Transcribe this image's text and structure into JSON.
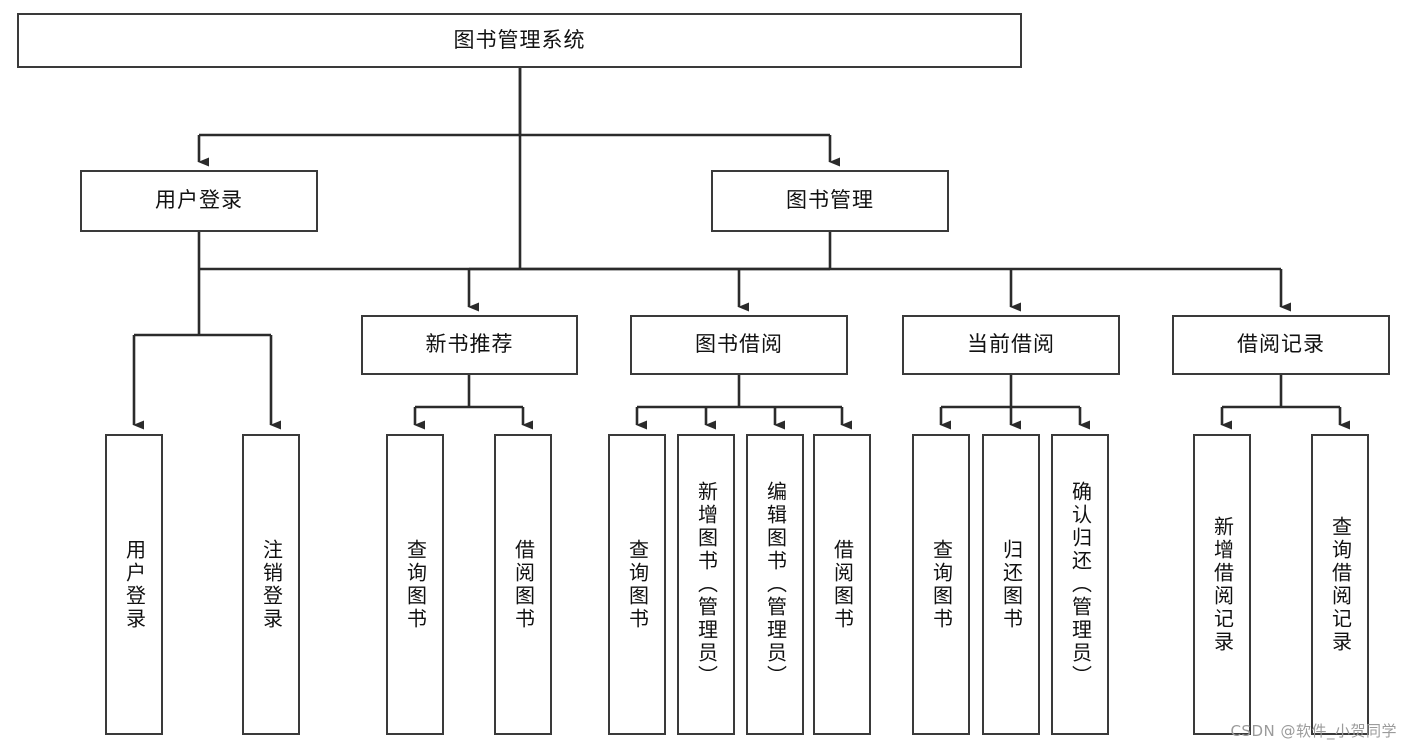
{
  "diagram": {
    "type": "tree-hierarchy",
    "title": "图书管理系统",
    "watermark": "CSDN @软件_小贺同学",
    "colors": {
      "box_border": "#3a3a3a",
      "box_fill": "#ffffff",
      "connector": "#2b2b2b",
      "text": "#111111",
      "watermark": "#9b9b9b"
    },
    "root": {
      "id": "root",
      "label": "图书管理系统"
    },
    "level2": [
      {
        "id": "user-login",
        "label": "用户登录"
      },
      {
        "id": "book-manage",
        "label": "图书管理"
      }
    ],
    "level3": [
      {
        "id": "new-book-recommend",
        "label": "新书推荐"
      },
      {
        "id": "book-borrow",
        "label": "图书借阅"
      },
      {
        "id": "current-borrow",
        "label": "当前借阅"
      },
      {
        "id": "borrow-record",
        "label": "借阅记录"
      }
    ],
    "leaves": {
      "user_login": [
        {
          "id": "leaf-user-login",
          "label": "用户登录"
        },
        {
          "id": "leaf-logout-login",
          "label": "注销登录"
        }
      ],
      "new_book_recommend": [
        {
          "id": "leaf-query-book-1",
          "label": "查询图书"
        },
        {
          "id": "leaf-borrow-book-1",
          "label": "借阅图书"
        }
      ],
      "book_borrow": [
        {
          "id": "leaf-query-book-2",
          "label": "查询图书"
        },
        {
          "id": "leaf-add-book",
          "label": "新增图书（管理员）"
        },
        {
          "id": "leaf-edit-book",
          "label": "编辑图书（管理员）"
        },
        {
          "id": "leaf-borrow-book-2",
          "label": "借阅图书"
        }
      ],
      "current_borrow": [
        {
          "id": "leaf-query-book-3",
          "label": "查询图书"
        },
        {
          "id": "leaf-return-book",
          "label": "归还图书"
        },
        {
          "id": "leaf-confirm-return",
          "label": "确认归还（管理员）"
        }
      ],
      "borrow_record": [
        {
          "id": "leaf-add-record",
          "label": "新增借阅记录"
        },
        {
          "id": "leaf-query-record",
          "label": "查询借阅记录"
        }
      ]
    }
  }
}
